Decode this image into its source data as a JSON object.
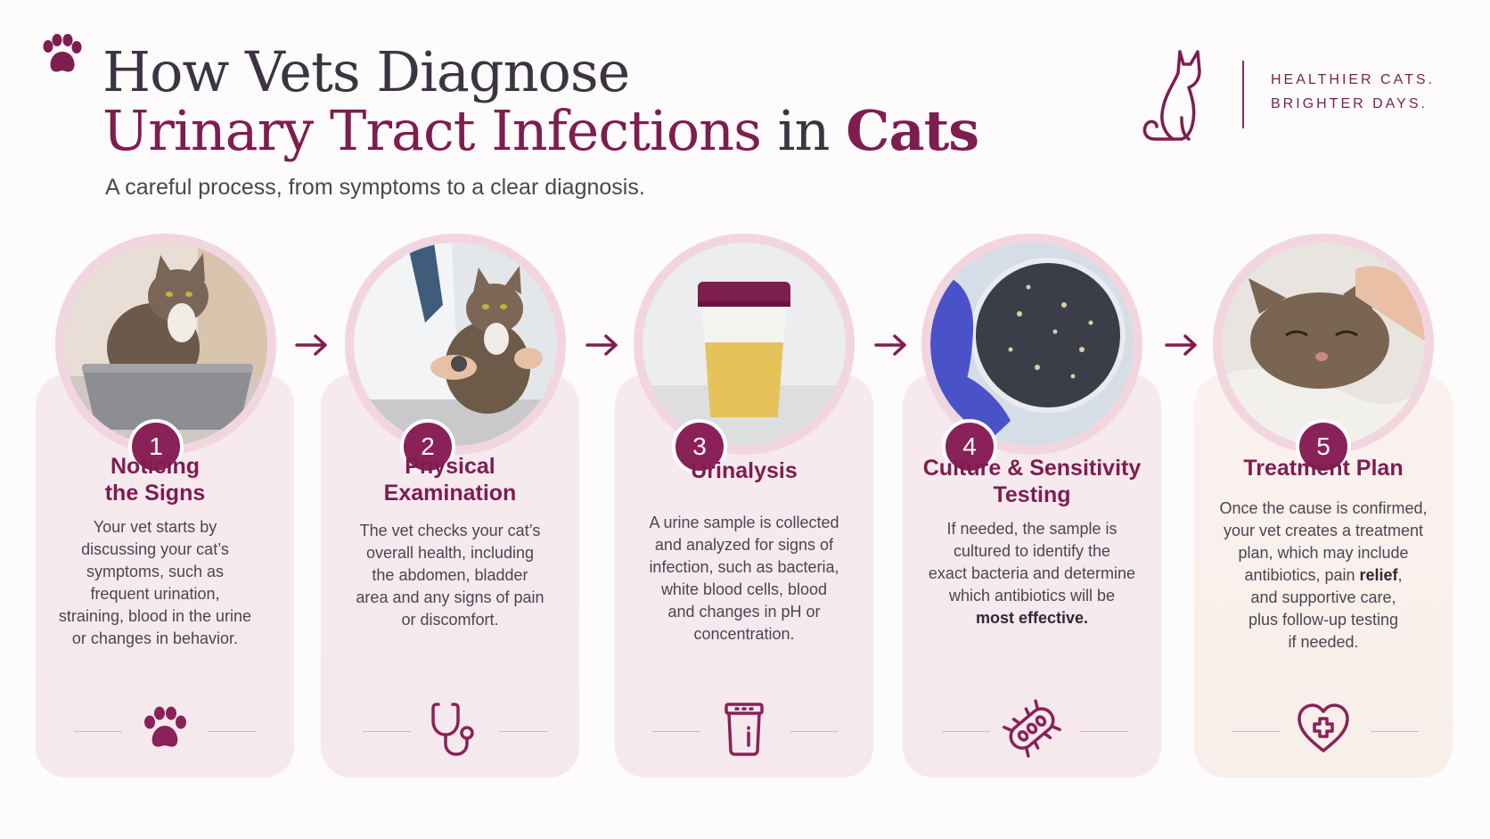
{
  "header": {
    "title_line1": "How Vets Diagnose",
    "title_line2_start": "Urinary Tract Infections",
    "title_line2_mid": "in",
    "title_line2_end": "Cats",
    "subtitle": "A careful process, from symptoms to a clear diagnosis."
  },
  "tagline": {
    "line1": "HEALTHIER CATS.",
    "line2": "BRIGHTER DAYS."
  },
  "colors": {
    "accent": "#7e1d4f",
    "badge": "#8a2158",
    "card_bg": "#f7eaef",
    "text": "#4a4650"
  },
  "steps": [
    {
      "number": "1",
      "title_lines": [
        "Noticing",
        "the Signs"
      ],
      "desc_lines": [
        "Your vet starts by",
        "discussing your cat’s",
        "symptoms, such as",
        "frequent urination,",
        "straining, blood in the urine",
        "or changes in behavior."
      ],
      "icon": "paw-icon",
      "photo": "cat-in-litter-box"
    },
    {
      "number": "2",
      "title_lines": [
        "Physical",
        "Examination"
      ],
      "desc_lines": [
        "The vet checks your cat’s",
        "overall health, including",
        "the abdomen, bladder",
        "area and any signs of pain",
        "or discomfort."
      ],
      "icon": "stethoscope-icon",
      "photo": "vet-examining-cat"
    },
    {
      "number": "3",
      "title_lines": [
        "Urinalysis"
      ],
      "desc_lines": [
        "A urine sample is collected",
        "and analyzed for signs of",
        "infection, such as bacteria,",
        "white blood cells, blood",
        "and changes in pH or",
        "concentration."
      ],
      "icon": "sample-cup-icon",
      "photo": "urine-sample-cup"
    },
    {
      "number": "4",
      "title_lines": [
        "Culture & Sensitivity",
        "Testing"
      ],
      "desc_lines": [
        "If needed, the sample is",
        "cultured to identify the",
        "exact bacteria and determine",
        "which antibiotics will be"
      ],
      "desc_bold_last": "most effective.",
      "icon": "bacteria-icon",
      "photo": "petri-dish-culture"
    },
    {
      "number": "5",
      "title_lines": [
        "Treatment Plan"
      ],
      "desc_lines": [
        "Once the cause is confirmed,",
        "your vet creates a treatment",
        "plan, which may include"
      ],
      "desc_line4_pre": "antibiotics, pain ",
      "desc_line4_bold": "relief",
      "desc_line4_post": ",",
      "desc_lines_after": [
        "and supportive care,",
        "plus follow-up testing",
        "if needed."
      ],
      "icon": "heart-plus-icon",
      "photo": "relaxed-cat-being-petted"
    }
  ]
}
